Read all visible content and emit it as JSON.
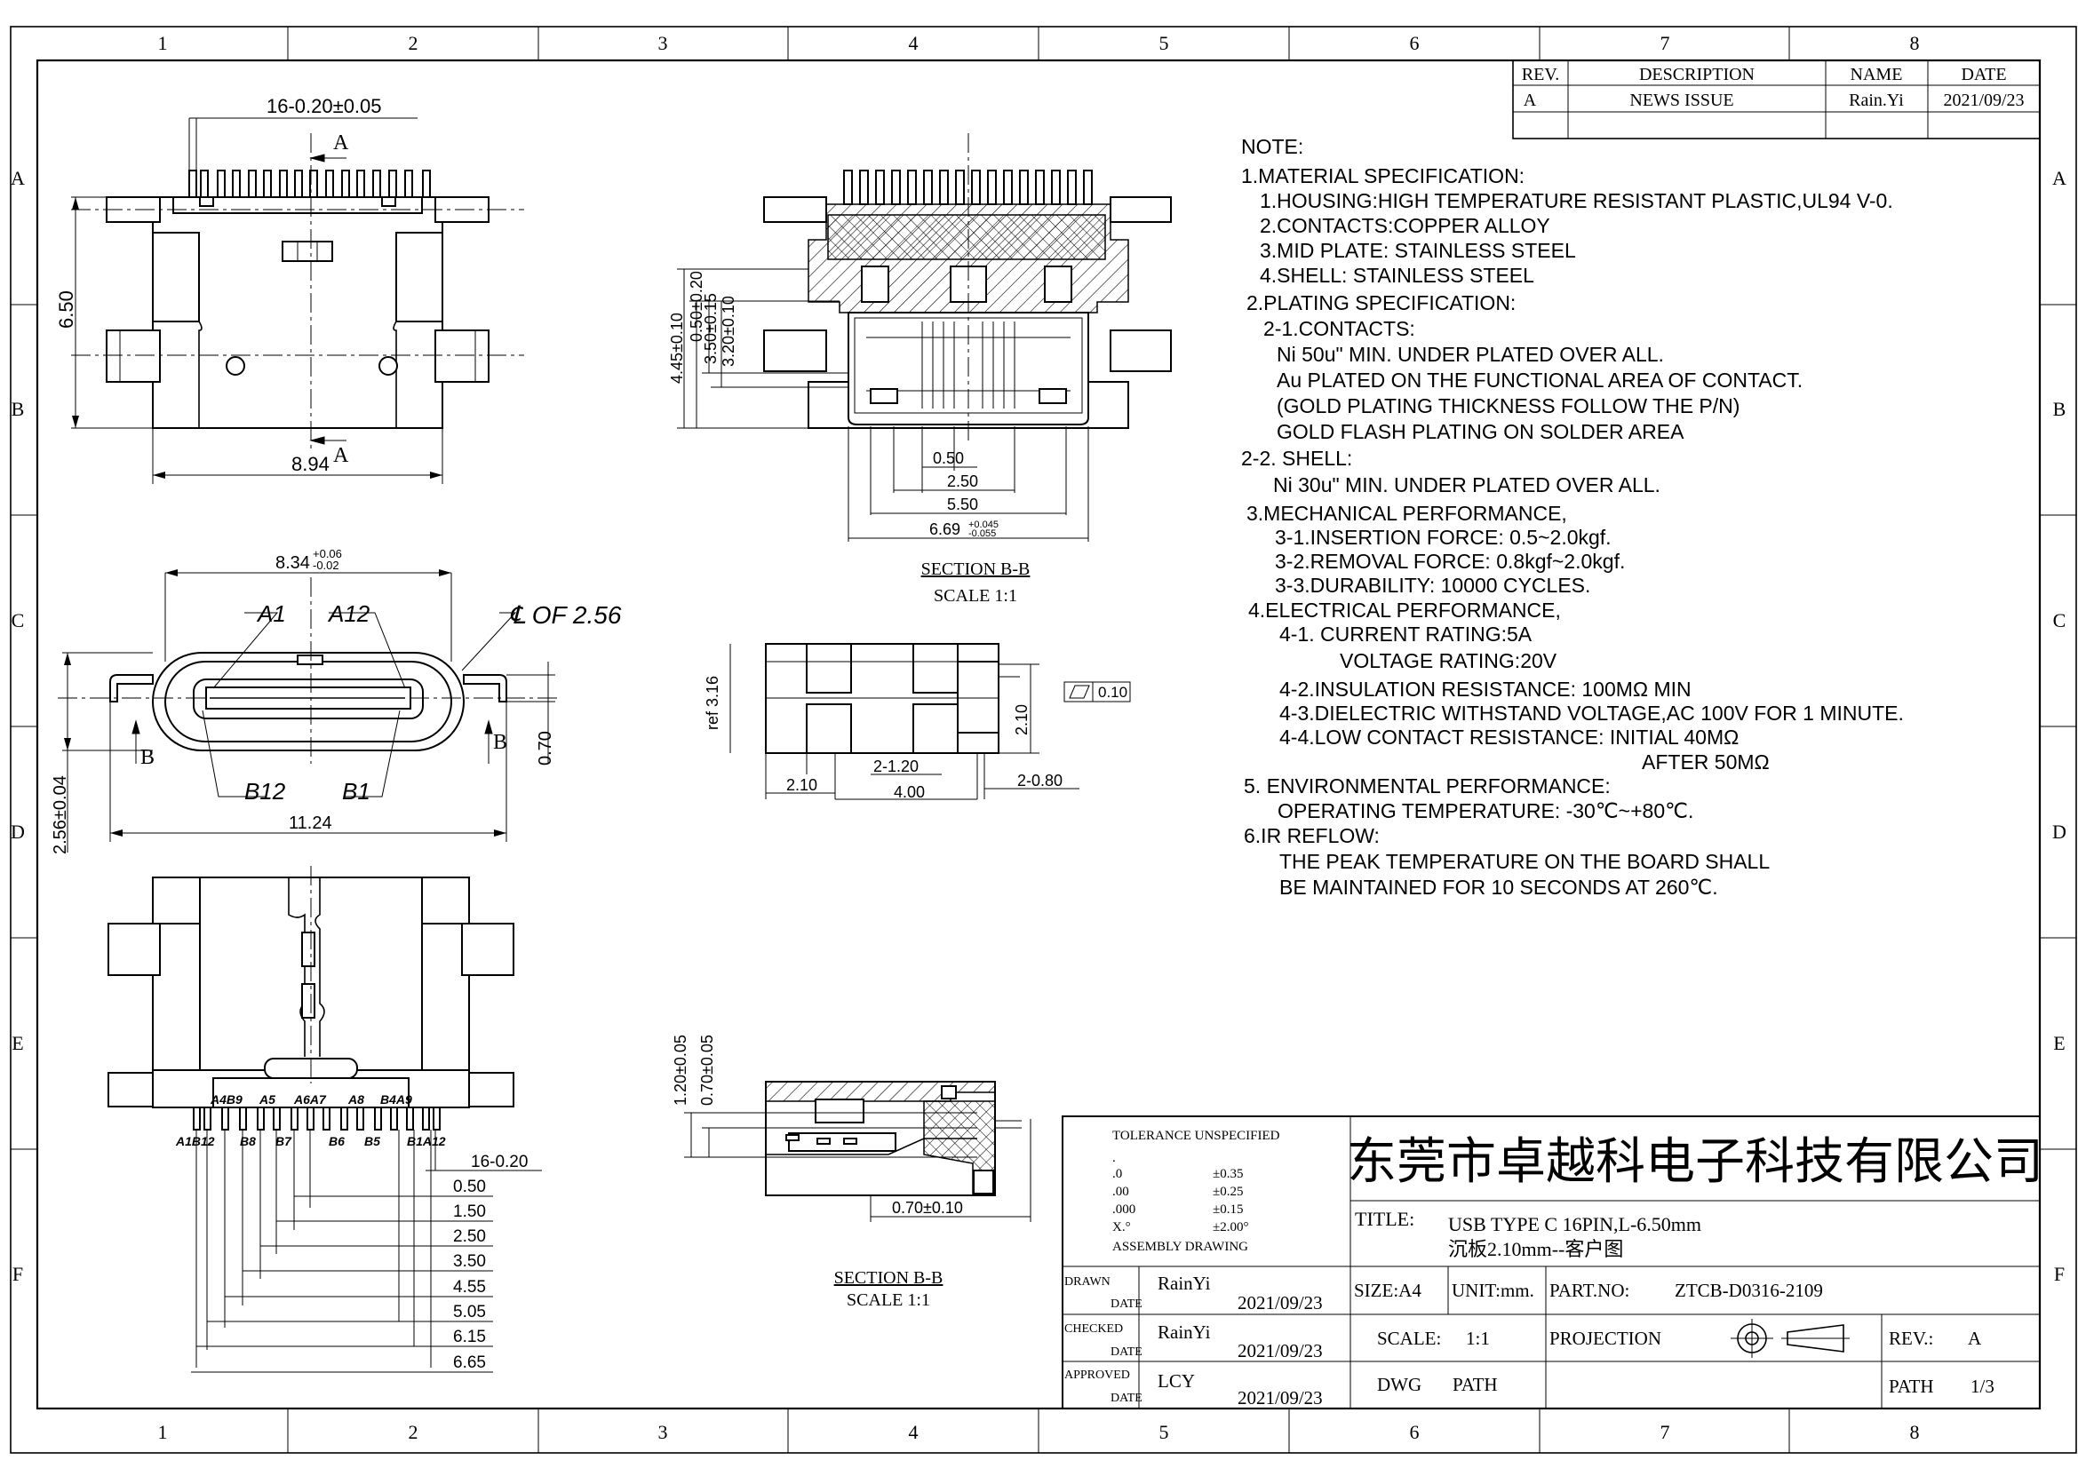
{
  "border": {
    "columns": [
      "1",
      "2",
      "3",
      "4",
      "5",
      "6",
      "7",
      "8"
    ],
    "rows": [
      "A",
      "B",
      "C",
      "D",
      "E",
      "F"
    ]
  },
  "revision_table": {
    "headers": {
      "rev": "REV.",
      "description": "DESCRIPTION",
      "name": "NAME",
      "date": "DATE"
    },
    "rows": [
      {
        "rev": "A",
        "description": "NEWS ISSUE",
        "name": "Rain.Yi",
        "date": "2021/09/23"
      }
    ]
  },
  "notes": [
    "NOTE:",
    "1.MATERIAL SPECIFICATION:",
    "1.HOUSING:HIGH TEMPERATURE RESISTANT PLASTIC,UL94 V-0.",
    "2.CONTACTS:COPPER ALLOY",
    "3.MID PLATE: STAINLESS STEEL",
    "4.SHELL: STAINLESS STEEL",
    "2.PLATING SPECIFICATION:",
    "2-1.CONTACTS:",
    "Ni 50u\" MIN. UNDER PLATED OVER ALL.",
    "Au PLATED ON THE FUNCTIONAL AREA OF CONTACT.",
    "(GOLD PLATING THICKNESS FOLLOW THE P/N)",
    "GOLD FLASH PLATING ON SOLDER AREA",
    "2-2. SHELL:",
    "Ni 30u\" MIN. UNDER PLATED OVER ALL.",
    "3.MECHANICAL PERFORMANCE,",
    "3-1.INSERTION FORCE: 0.5~2.0kgf.",
    "3-2.REMOVAL FORCE: 0.8kgf~2.0kgf.",
    "3-3.DURABILITY: 10000 CYCLES.",
    "4.ELECTRICAL PERFORMANCE,",
    "4-1. CURRENT RATING:5A",
    "VOLTAGE RATING:20V",
    "4-2.INSULATION RESISTANCE: 100MΩ MIN",
    "4-3.DIELECTRIC WITHSTAND VOLTAGE,AC 100V FOR 1 MINUTE.",
    "4-4.LOW CONTACT RESISTANCE: INITIAL 40MΩ",
    "AFTER 50MΩ",
    "5. ENVIRONMENTAL PERFORMANCE:",
    "OPERATING TEMPERATURE: -30℃~+80℃.",
    "6.IR REFLOW:",
    "THE PEAK TEMPERATURE ON THE BOARD SHALL",
    "BE MAINTAINED FOR 10 SECONDS AT 260℃."
  ],
  "dims": {
    "d16_020": "16-0.20±0.05",
    "d650": "6.50",
    "d894": "8.94",
    "secA": "A",
    "d834": "8.34",
    "d834_up": "+0.06",
    "d834_lo": "-0.02",
    "pinA1": "A1",
    "pinA12": "A12",
    "pinB12": "B12",
    "pinB1": "B1",
    "cl_of": "℄ OF 2.56",
    "viewB": "B",
    "d070": "0.70",
    "d256": "2.56±0.04",
    "d1124": "11.24",
    "s445": "4.45±0.10",
    "s050_020": "0.50±0.20",
    "s350": "3.50±0.15",
    "s320": "3.20±0.10",
    "s050": "0.50",
    "s250": "2.50",
    "s550": "5.50",
    "s669": "6.69",
    "s669_up": "+0.045",
    "s669_lo": "-0.055",
    "section_title": "SECTION B-B",
    "section_scale": "SCALE 1:1",
    "ref316": "ref 3.16",
    "flat010": "0.10",
    "m210v": "2.10",
    "m2_120": "2-1.20",
    "m210": "2.10",
    "m400": "4.00",
    "m2_080": "2-0.80",
    "pins_top": [
      "A4B9",
      "A5",
      "A6A7",
      "A8",
      "B4A9"
    ],
    "pins_bot": [
      "A1B12",
      "B8",
      "B7",
      "B6",
      "B5",
      "B1A12"
    ],
    "p16_020": "16-0.20",
    "p050": "0.50",
    "p150": "1.50",
    "p250": "2.50",
    "p350": "3.50",
    "p455": "4.55",
    "p505": "5.05",
    "p615": "6.15",
    "p665": "6.65",
    "e120": "1.20±0.05",
    "e070": "0.70±0.05",
    "e070h": "0.70±0.10"
  },
  "title_block": {
    "tolerance_title": "TOLERANCE UNSPECIFIED",
    "tolerances": [
      {
        "k": ".",
        "v": ""
      },
      {
        "k": ".0",
        "v": "±0.35"
      },
      {
        "k": ".00",
        "v": "±0.25"
      },
      {
        "k": ".000",
        "v": "±0.15"
      },
      {
        "k": "X.°",
        "v": "±2.00°"
      }
    ],
    "assembly": "ASSEMBLY DRAWING",
    "company": "东莞市卓越科电子科技有限公司",
    "title_label": "TITLE:",
    "title_line1": "USB TYPE C 16PIN,L-6.50mm",
    "title_line2": "沉板2.10mm--客户图",
    "drawn_label": "DRAWN",
    "checked_label": "CHECKED",
    "approved_label": "APPROVED",
    "date_label": "DATE",
    "drawn_name": "RainYi",
    "drawn_date": "2021/09/23",
    "checked_name": "RainYi",
    "checked_date": "2021/09/23",
    "approved_name": "LCY",
    "approved_date": "2021/09/23",
    "size": "SIZE:A4",
    "unit": "UNIT:mm.",
    "part_no_label": "PART.NO:",
    "part_no": "ZTCB-D0316-2109",
    "scale_label": "SCALE:",
    "scale_value": "1:1",
    "projection": "PROJECTION",
    "rev_label": "REV.:",
    "rev_value": "A",
    "dwg": "DWG",
    "path_label": "PATH",
    "path2_label": "PATH",
    "path_value": "1/3"
  }
}
